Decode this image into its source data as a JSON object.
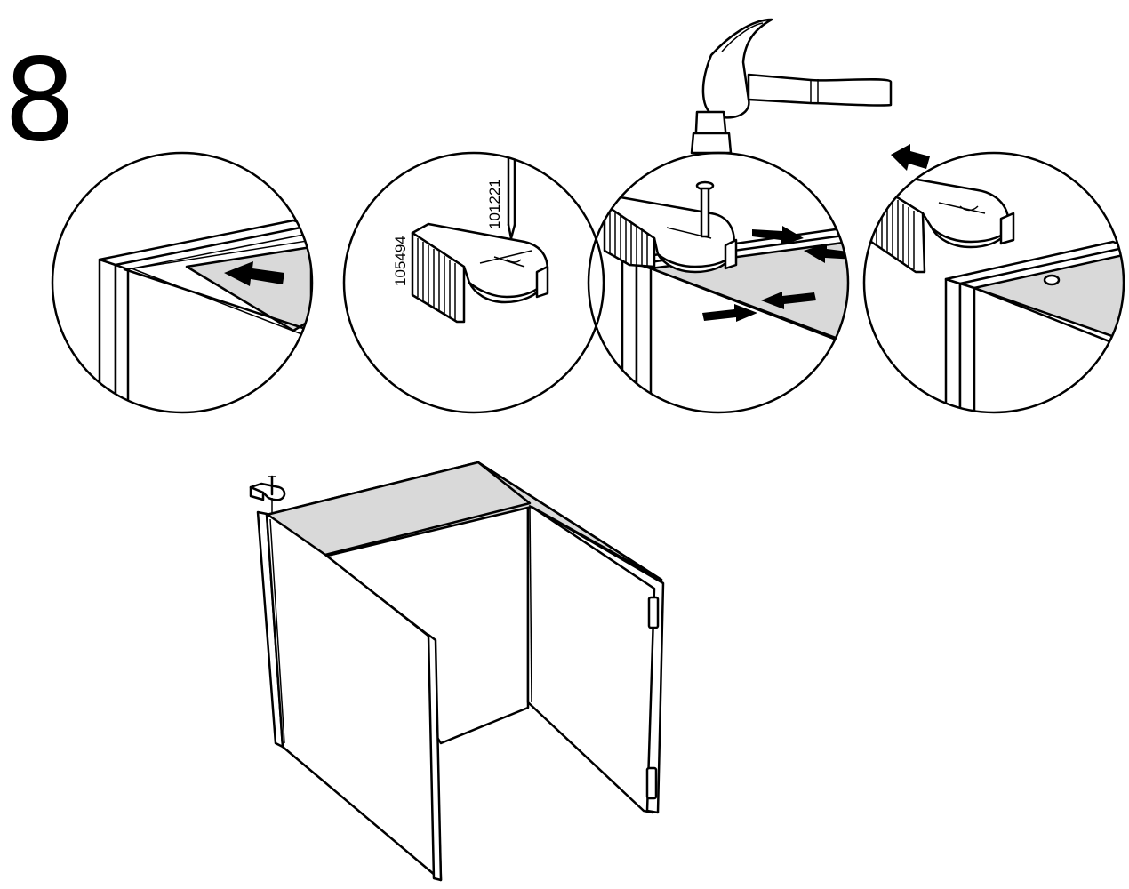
{
  "step": {
    "number": "8"
  },
  "parts": {
    "nail_code": "101221",
    "clip_code": "105494"
  },
  "colors": {
    "line": "#000000",
    "panel_grey": "#d9d9d9",
    "background": "#ffffff"
  },
  "panels": [
    {
      "name": "detail-slide-panel",
      "icons": [
        "arrow-icon"
      ]
    },
    {
      "name": "detail-parts",
      "icons": [
        "nail-icon",
        "clip-icon"
      ]
    },
    {
      "name": "detail-hammer",
      "icons": [
        "hammer-icon",
        "nail-icon",
        "clip-icon",
        "squeeze-arrows-icon"
      ]
    },
    {
      "name": "detail-remove-clip",
      "icons": [
        "arrow-icon",
        "clip-icon",
        "hole-icon"
      ]
    },
    {
      "name": "cabinet-overview",
      "icons": [
        "cabinet-icon",
        "clip-icon"
      ]
    }
  ]
}
